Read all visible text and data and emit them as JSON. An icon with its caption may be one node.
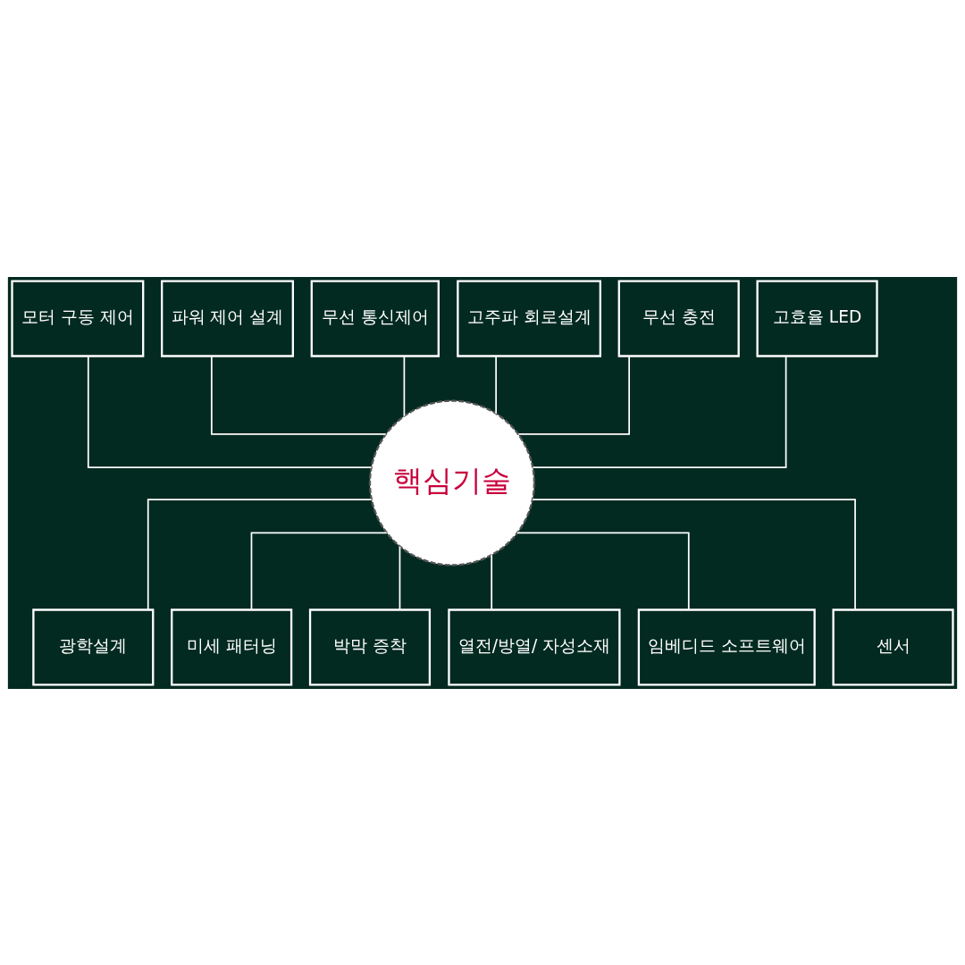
{
  "diagram": {
    "nodes": [
      {
        "text": [
          "모터 구동 제어"
        ]
      },
      {
        "text": [
          "파워 제어 설계"
        ]
      },
      {
        "text": [
          "무선 통신제어"
        ]
      },
      {
        "text": [
          "고주파 회로설계"
        ]
      },
      {
        "text": [
          "무선 충전"
        ]
      },
      {
        "text": [
          "고효율 LED"
        ]
      },
      {
        "text": [
          "핵심기술"
        ]
      },
      {
        "text": [
          "광학설계"
        ]
      },
      {
        "text": [
          "미세 패터닝"
        ]
      },
      {
        "text": [
          "박막 증착"
        ]
      },
      {
        "text": [
          "열전/방열/ 자성소재"
        ]
      },
      {
        "text": [
          "임베디드 소프트웨어"
        ]
      },
      {
        "text": [
          "센서"
        ]
      }
    ],
    "edges": [
      {
        "from": 0,
        "to": 6,
        "arrow": "none"
      },
      {
        "from": 1,
        "to": 6,
        "arrow": "none"
      },
      {
        "from": 2,
        "to": 6,
        "arrow": "none"
      },
      {
        "from": 3,
        "to": 6,
        "arrow": "none"
      },
      {
        "from": 4,
        "to": 6,
        "arrow": "none"
      },
      {
        "from": 5,
        "to": 6,
        "arrow": "none"
      },
      {
        "from": 6,
        "to": 7,
        "arrow": "none"
      },
      {
        "from": 6,
        "to": 8,
        "arrow": "none"
      },
      {
        "from": 6,
        "to": 9,
        "arrow": "none"
      },
      {
        "from": 6,
        "to": 10,
        "arrow": "none"
      },
      {
        "from": 6,
        "to": 11,
        "arrow": "none"
      },
      {
        "from": 6,
        "to": 12,
        "arrow": "none"
      }
    ]
  }
}
